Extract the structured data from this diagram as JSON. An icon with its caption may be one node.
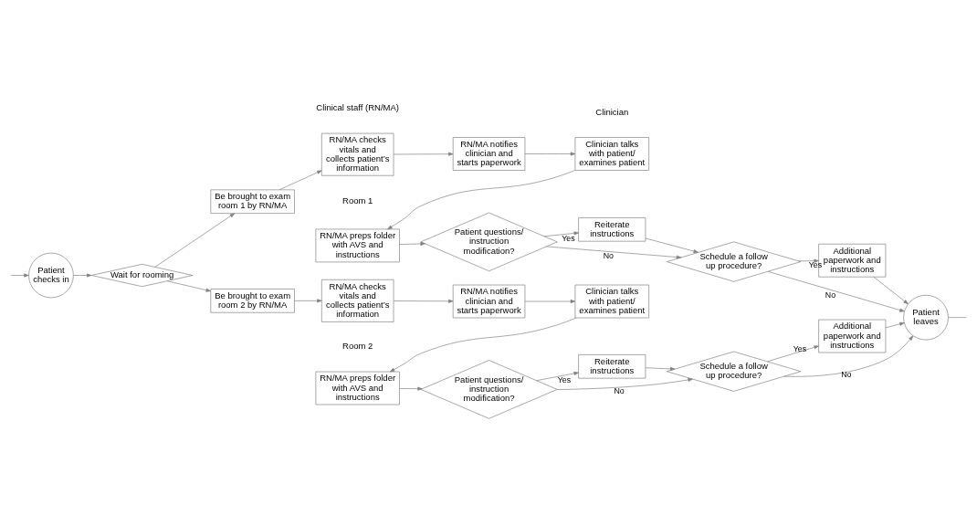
{
  "diagram": {
    "nodes": [
      {
        "text": [
          "Patient checks in"
        ]
      },
      {
        "text": [
          "Wait for rooming"
        ]
      },
      {
        "text": [
          "Be brought to exam room 1 by RN/MA"
        ]
      },
      {
        "text": [
          "RN/MA checks vitals and collects patient’s information"
        ]
      },
      {
        "text": [
          "RN/MA notifies clinician and starts paperwork"
        ]
      },
      {
        "text": [
          "Clinician talks with patient/ examines patient"
        ]
      },
      {
        "text": [
          "Reiterate instructions"
        ]
      },
      {
        "text": [
          "RN/MA preps folder with AVS and instructions"
        ]
      },
      {
        "text": [
          "Patient questions/ instruction modification?"
        ]
      },
      {
        "text": [
          "Schedule a follow up procedure?"
        ]
      },
      {
        "text": [
          "Additional paperwork and instructions"
        ]
      },
      {
        "text": [
          "Be brought to exam room 2 by RN/MA"
        ]
      },
      {
        "text": [
          "RN/MA checks vitals and collects patient’s information"
        ]
      },
      {
        "text": [
          "RN/MA notifies clinician and starts paperwork"
        ]
      },
      {
        "text": [
          "Clinician talks with patient/ examines patient"
        ]
      },
      {
        "text": [
          "Reiterate instructions"
        ]
      },
      {
        "text": [
          "RN/MA preps folder with AVS and instructions"
        ]
      },
      {
        "text": [
          "Patient questions/ instruction modification?"
        ]
      },
      {
        "text": [
          "Schedule a follow up procedure?"
        ]
      },
      {
        "text": [
          "Additional paperwork and instructions"
        ]
      },
      {
        "text": [
          "Patient leaves"
        ]
      }
    ],
    "edges": [
      {
        "from": null,
        "to": 0,
        "arrow": "to"
      },
      {
        "from": 0,
        "to": 1,
        "arrow": "to"
      },
      {
        "from": 1,
        "to": 2,
        "arrow": "to"
      },
      {
        "from": 2,
        "to": 3,
        "arrow": "to"
      },
      {
        "from": 3,
        "to": 4,
        "arrow": "to"
      },
      {
        "from": 4,
        "to": 5,
        "arrow": "to"
      },
      {
        "from": 5,
        "to": 7,
        "arrow": "to"
      },
      {
        "from": 7,
        "to": 8,
        "arrow": "to"
      },
      {
        "from": 8,
        "to": 6,
        "label": "Yes",
        "arrow": "to"
      },
      {
        "from": 8,
        "to": 9,
        "label": "No",
        "arrow": "to"
      },
      {
        "from": 6,
        "to": 9,
        "arrow": "to"
      },
      {
        "from": 9,
        "to": 10,
        "label": "Yes",
        "arrow": "to"
      },
      {
        "from": 9,
        "to": 20,
        "label": "No",
        "arrow": "to"
      },
      {
        "from": 10,
        "to": 20,
        "arrow": "to"
      },
      {
        "from": 1,
        "to": 11,
        "arrow": "to"
      },
      {
        "from": 11,
        "to": 12,
        "arrow": "to"
      },
      {
        "from": 12,
        "to": 13,
        "arrow": "to"
      },
      {
        "from": 13,
        "to": 14,
        "arrow": "to"
      },
      {
        "from": 14,
        "to": 16,
        "arrow": "to"
      },
      {
        "from": 16,
        "to": 17,
        "arrow": "to"
      },
      {
        "from": 17,
        "to": 15,
        "label": "Yes",
        "arrow": "to"
      },
      {
        "from": 17,
        "to": 18,
        "label": "No",
        "arrow": "to"
      },
      {
        "from": 15,
        "to": 18,
        "arrow": "to"
      },
      {
        "from": 18,
        "to": 19,
        "label": "Yes",
        "arrow": "to"
      },
      {
        "from": 18,
        "to": 20,
        "label": "No",
        "arrow": "to"
      },
      {
        "from": 19,
        "to": 20,
        "arrow": "to"
      },
      {
        "from": 20,
        "to": null,
        "arrow": "none"
      }
    ],
    "labels": [
      "Clinical staff (RN/MA)",
      "Clinician",
      "Room 1",
      "Room 2"
    ]
  }
}
